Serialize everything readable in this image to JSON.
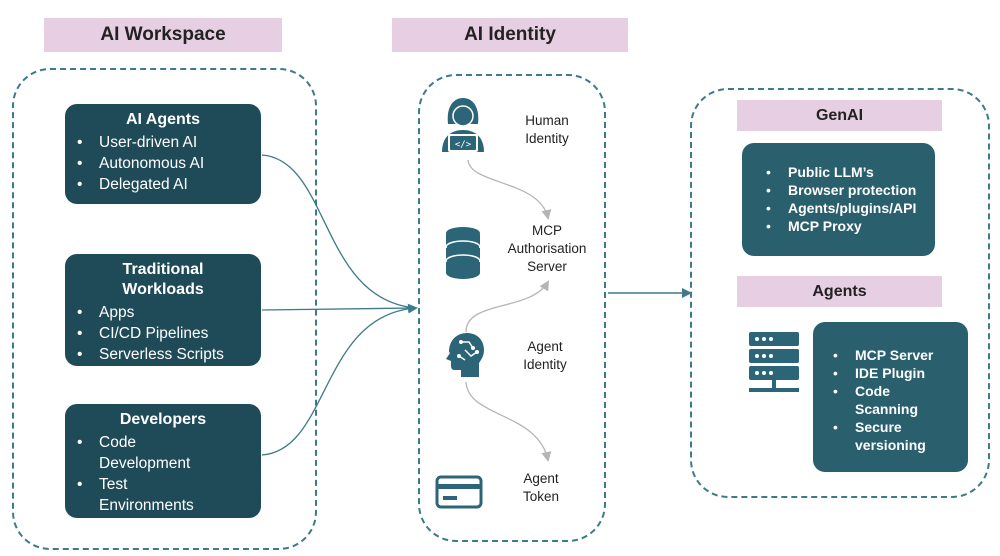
{
  "headers": {
    "workspace": "AI Workspace",
    "identity": "AI Identity",
    "genai": "GenAI",
    "agents": "Agents"
  },
  "workspace": {
    "ai_agents": {
      "title": "AI Agents",
      "items": [
        "User-driven AI",
        "Autonomous AI",
        "Delegated AI"
      ]
    },
    "traditional": {
      "title_line1": "Traditional",
      "title_line2": "Workloads",
      "items": [
        "Apps",
        "CI/CD Pipelines",
        "Serverless Scripts"
      ]
    },
    "developers": {
      "title": "Developers",
      "items": [
        "Code Development",
        "Test Environments"
      ]
    }
  },
  "identity": {
    "human": [
      "Human",
      "Identity"
    ],
    "mcp": [
      "MCP",
      "Authorisation",
      "Server"
    ],
    "agent": [
      "Agent",
      "Identity"
    ],
    "token": [
      "Agent",
      "Token"
    ]
  },
  "genai_items": [
    "Public LLM’s",
    "Browser protection",
    "Agents/plugins/API",
    "MCP Proxy"
  ],
  "agents_items": [
    "MCP Server",
    "IDE Plugin",
    "Code Scanning",
    "Secure versioning"
  ],
  "colors": {
    "card_dark": "#1e4b57",
    "card_teal": "#2a5f6d",
    "header_pink": "#e6cfe3",
    "dashed": "#3c7a8c",
    "icon": "#2c6577"
  }
}
